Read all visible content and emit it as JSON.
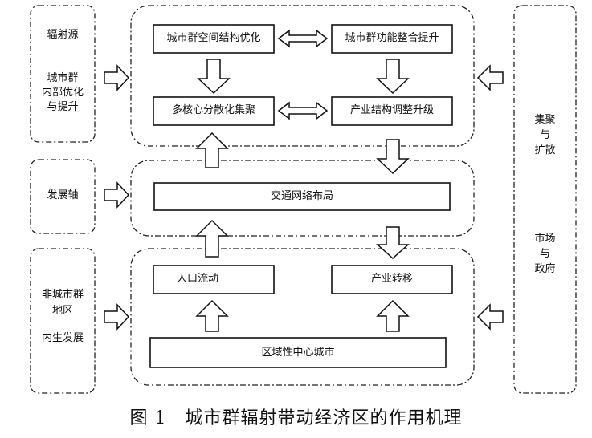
{
  "diagram": {
    "left_column": {
      "radiation_source": "辐射源",
      "city_cluster_internal_1": "城市群",
      "city_cluster_internal_2": "内部优化",
      "city_cluster_internal_3": "与提升",
      "development_axis": "发展轴",
      "non_city_cluster_1": "非城市群",
      "non_city_cluster_2": "地区",
      "non_city_cluster_3": "内生发展"
    },
    "top_group": {
      "spatial_structure": "城市群空间结构优化",
      "function_integration": "城市群功能整合提升",
      "multi_core": "多核心分散化集聚",
      "industry_upgrade": "产业结构调整升级"
    },
    "middle_group": {
      "transport_network": "交通网络布局"
    },
    "bottom_group": {
      "population_flow": "人口流动",
      "industry_transfer": "产业转移",
      "regional_center": "区域性中心城市"
    },
    "right_column": {
      "agglomeration_1": "集聚",
      "agglomeration_2": "与",
      "agglomeration_3": "扩散",
      "market_1": "市场",
      "market_2": "与",
      "market_3": "政府"
    }
  },
  "caption": "图 1　城市群辐射带动经济区的作用机理"
}
